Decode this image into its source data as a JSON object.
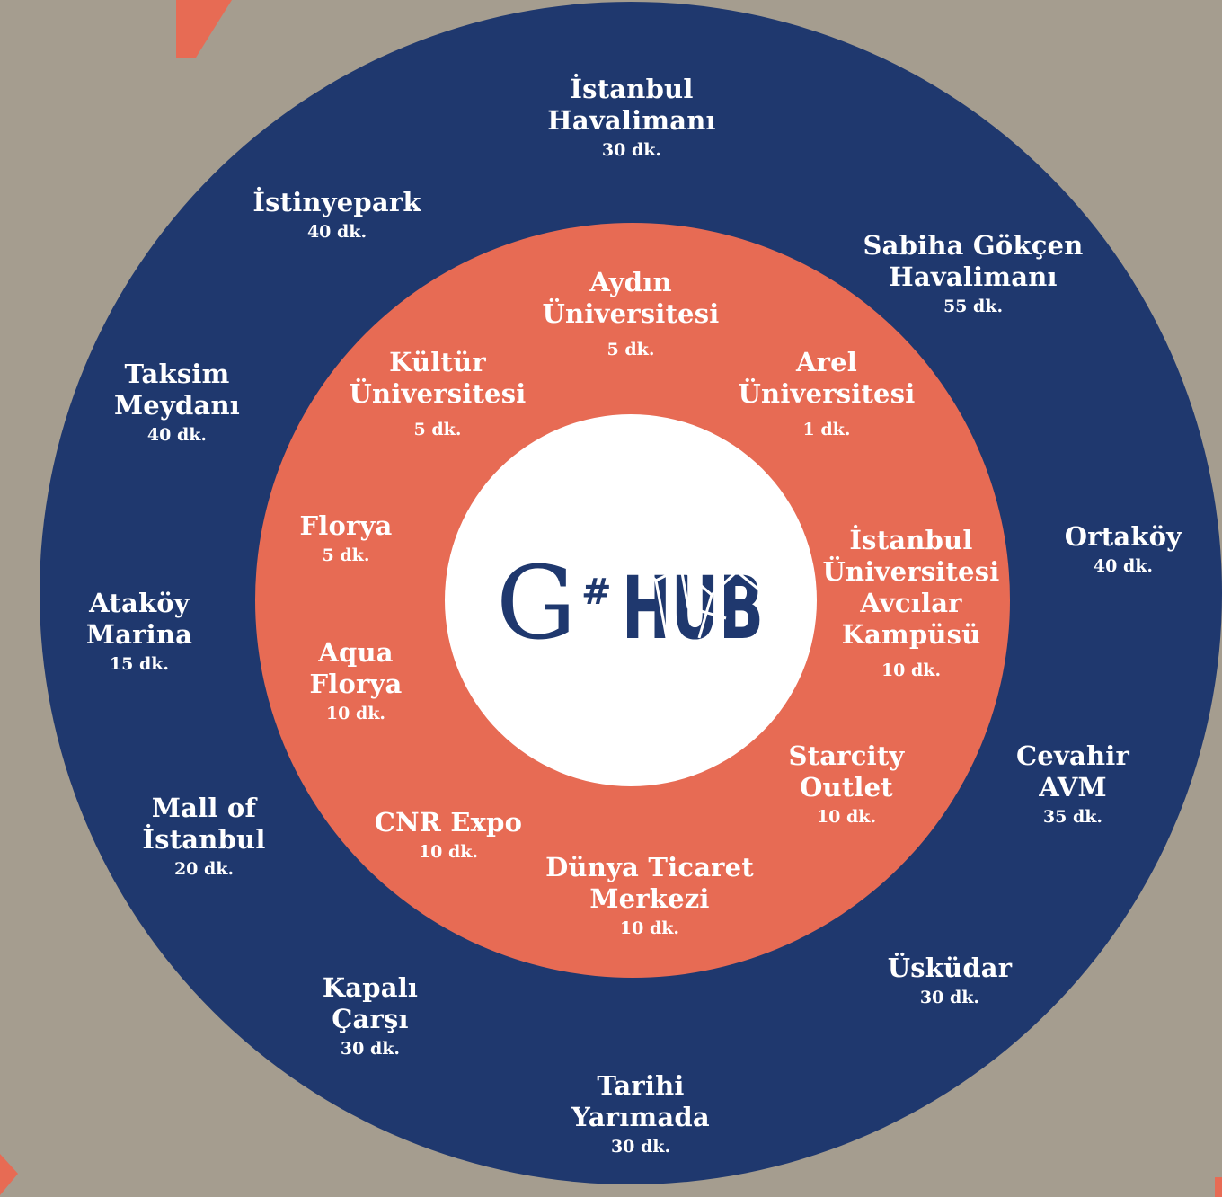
{
  "colors": {
    "background": "#a59d8f",
    "outer_ring": "#1f386e",
    "inner_ring": "#e76b54",
    "center": "#ffffff",
    "accent": "#e76b54"
  },
  "logo": {
    "letter": "G",
    "symbol": "#",
    "word": "HUB"
  },
  "inner_locations": [
    {
      "name_lines": [
        "Aydın",
        "Üniversitesi"
      ],
      "time": "5 dk."
    },
    {
      "name_lines": [
        "Kültür",
        "Üniversitesi"
      ],
      "time": "5 dk."
    },
    {
      "name_lines": [
        "Arel",
        "Üniversitesi"
      ],
      "time": "1 dk."
    },
    {
      "name_lines": [
        "Florya"
      ],
      "time": "5 dk."
    },
    {
      "name_lines": [
        "İstanbul",
        "Üniversitesi",
        "Avcılar",
        "Kampüsü"
      ],
      "time": "10 dk."
    },
    {
      "name_lines": [
        "Aqua",
        "Florya"
      ],
      "time": "10 dk."
    },
    {
      "name_lines": [
        "Starcity",
        "Outlet"
      ],
      "time": "10 dk."
    },
    {
      "name_lines": [
        "CNR Expo"
      ],
      "time": "10 dk."
    },
    {
      "name_lines": [
        "Dünya Ticaret",
        "Merkezi"
      ],
      "time": "10 dk."
    }
  ],
  "outer_locations": [
    {
      "name_lines": [
        "İstanbul",
        "Havalimanı"
      ],
      "time": "30 dk."
    },
    {
      "name_lines": [
        "İstinyepark"
      ],
      "time": "40 dk."
    },
    {
      "name_lines": [
        "Sabiha Gökçen",
        "Havalimanı"
      ],
      "time": "55 dk."
    },
    {
      "name_lines": [
        "Taksim",
        "Meydanı"
      ],
      "time": "40 dk."
    },
    {
      "name_lines": [
        "Ortaköy"
      ],
      "time": "40 dk."
    },
    {
      "name_lines": [
        "Ataköy",
        "Marina"
      ],
      "time": "15 dk."
    },
    {
      "name_lines": [
        "Cevahir",
        "AVM"
      ],
      "time": "35 dk."
    },
    {
      "name_lines": [
        "Mall of",
        "İstanbul"
      ],
      "time": "20 dk."
    },
    {
      "name_lines": [
        "Üsküdar"
      ],
      "time": "30 dk."
    },
    {
      "name_lines": [
        "Kapalı",
        "Çarşı"
      ],
      "time": "30 dk."
    },
    {
      "name_lines": [
        "Tarihi",
        "Yarımada"
      ],
      "time": "30 dk."
    }
  ]
}
